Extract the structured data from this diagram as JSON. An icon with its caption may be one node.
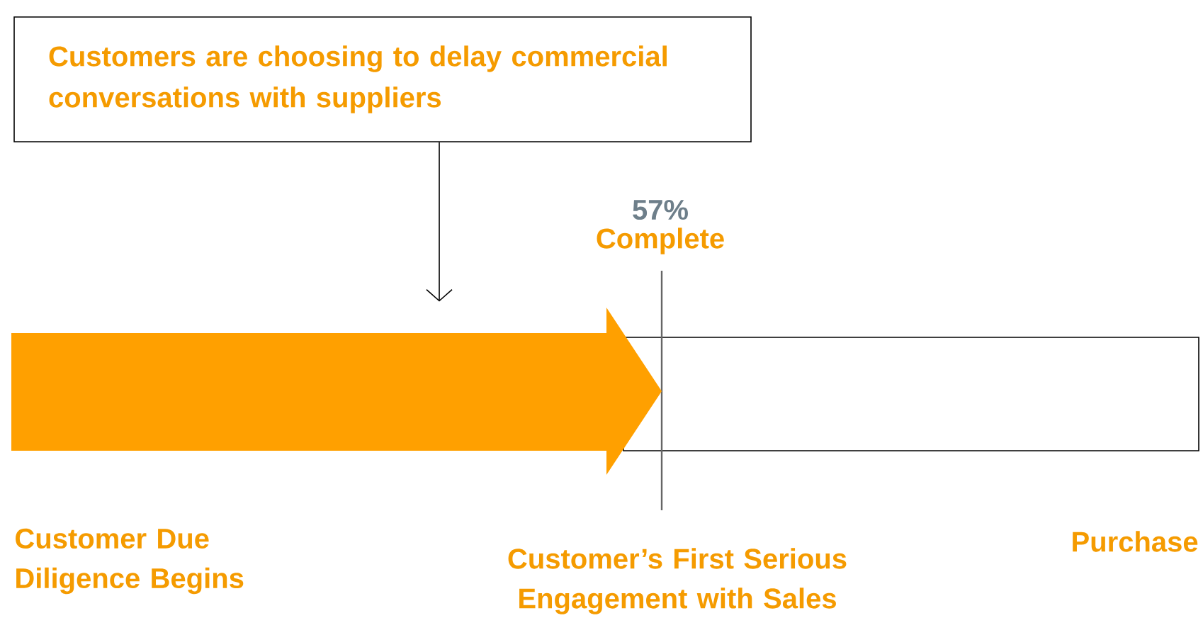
{
  "diagram": {
    "nodes": [
      {
        "text": [
          "Customers are choosing to delay commercial conversations with suppliers"
        ]
      },
      {
        "text": [],
        "shape": "arrow"
      }
    ],
    "edges": [
      {
        "from": 0,
        "to": 1,
        "arrow": "to"
      }
    ],
    "labels": [
      "57%",
      "Complete",
      "Customer Due Diligence Begins",
      "Customer’s First Serious Engagement with Sales",
      "Purchase"
    ]
  }
}
